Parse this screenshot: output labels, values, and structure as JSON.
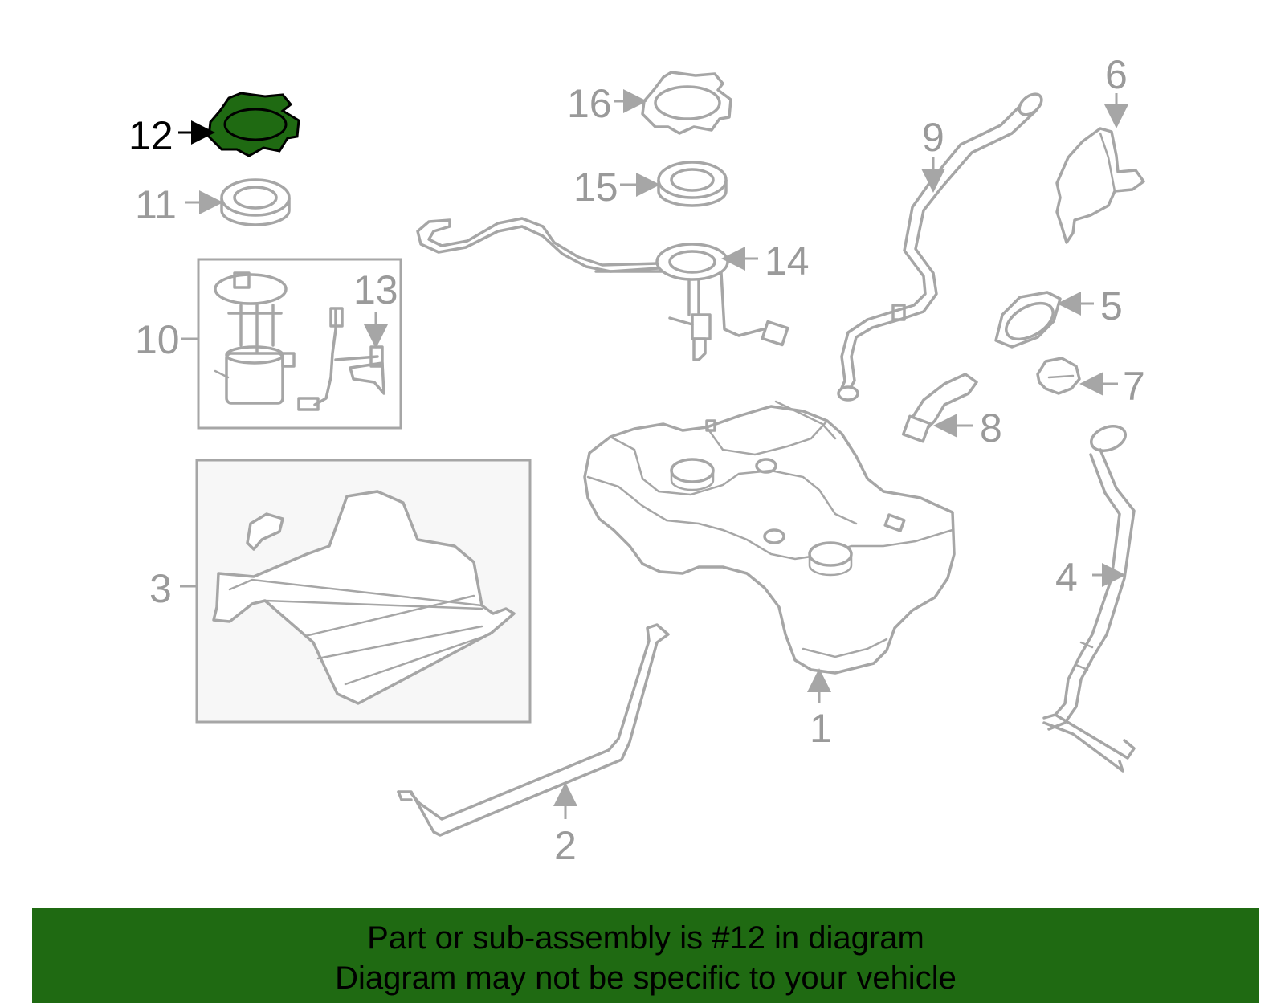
{
  "callouts": [
    {
      "id": "1",
      "text": "1"
    },
    {
      "id": "2",
      "text": "2"
    },
    {
      "id": "3",
      "text": "3"
    },
    {
      "id": "4",
      "text": "4"
    },
    {
      "id": "5",
      "text": "5"
    },
    {
      "id": "6",
      "text": "6"
    },
    {
      "id": "7",
      "text": "7"
    },
    {
      "id": "8",
      "text": "8"
    },
    {
      "id": "9",
      "text": "9"
    },
    {
      "id": "10",
      "text": "10"
    },
    {
      "id": "11",
      "text": "11"
    },
    {
      "id": "12",
      "text": "12"
    },
    {
      "id": "13",
      "text": "13"
    },
    {
      "id": "14",
      "text": "14"
    },
    {
      "id": "15",
      "text": "15"
    },
    {
      "id": "16",
      "text": "16"
    }
  ],
  "highlight": {
    "part": "12",
    "color": "#1f6a12"
  },
  "colors": {
    "line": "#a6a6a6",
    "label": "#9a9a9a",
    "banner": "#1f6a12"
  },
  "banner": {
    "line1": "Part or sub-assembly is #12 in diagram",
    "line2": "Diagram may not be specific to your vehicle"
  }
}
